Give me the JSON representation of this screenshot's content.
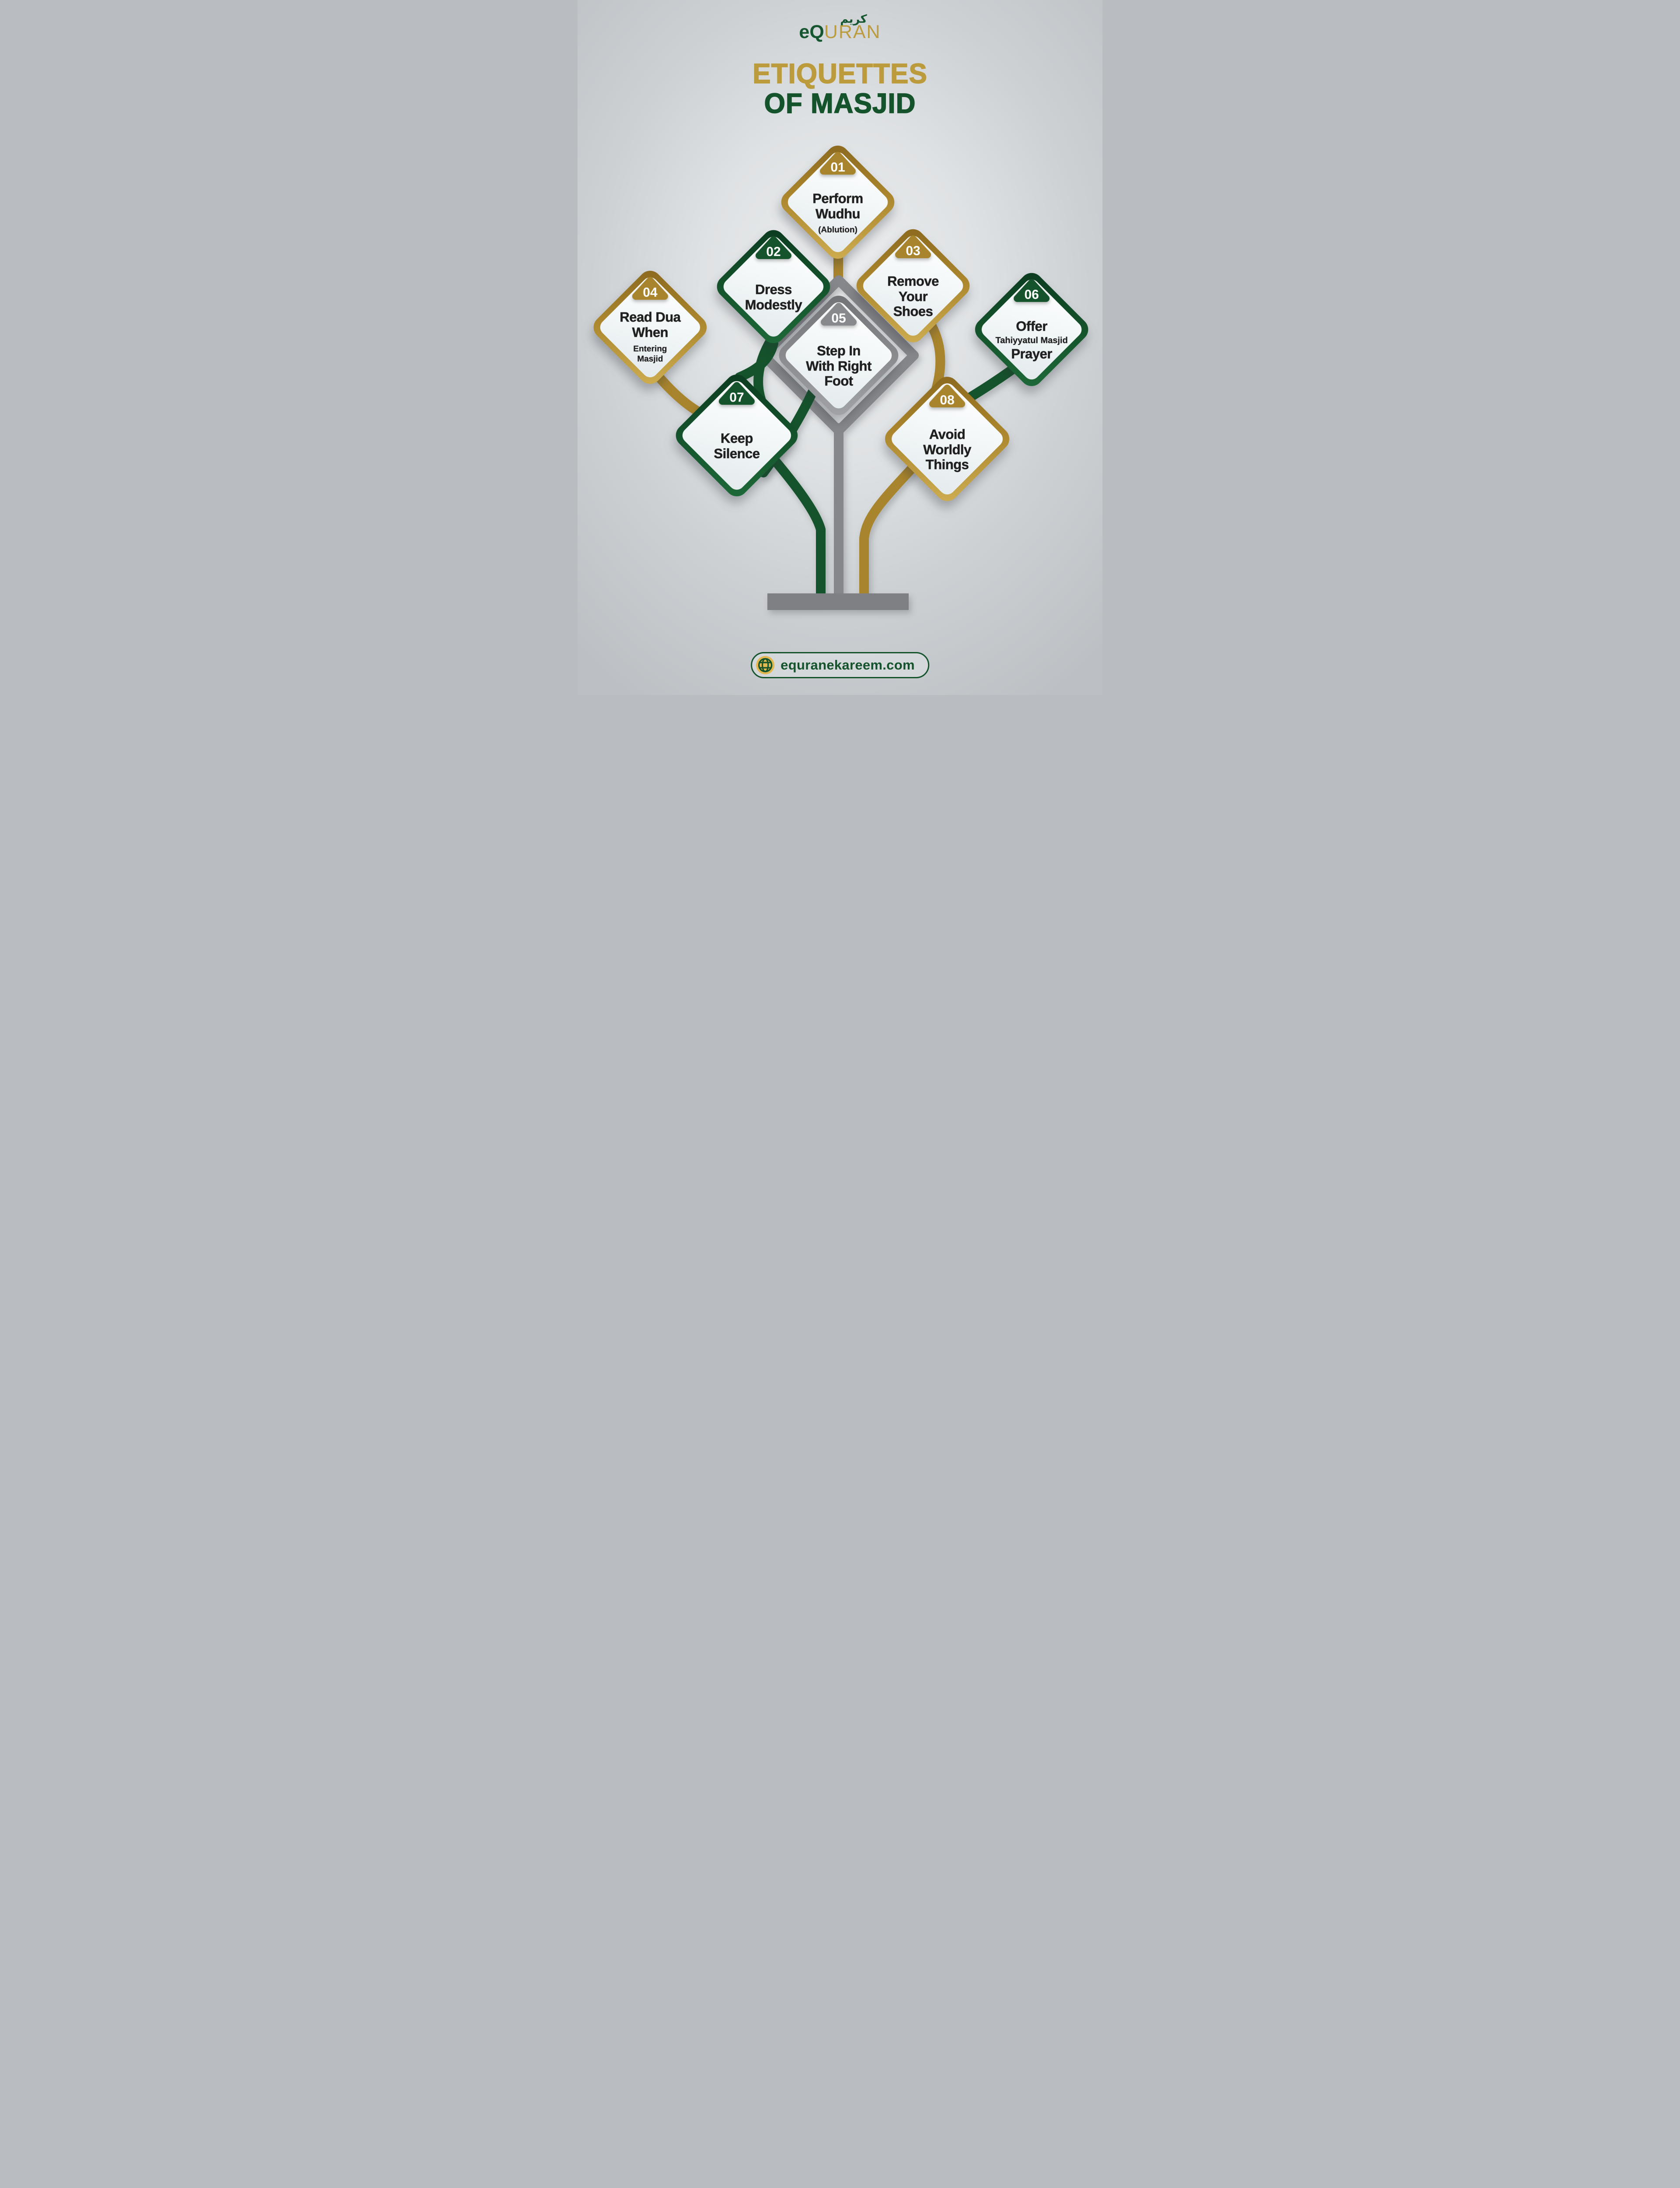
{
  "logo": {
    "arabic": "كريم",
    "e_letter": "e",
    "q_letter": "Q",
    "rest": "URAN"
  },
  "title": {
    "line1": "ETIQUETTES",
    "line2": "OF MASJID"
  },
  "cards": [
    {
      "number": "01",
      "theme": "gold",
      "l1": "Perform",
      "l2": "Wudhu",
      "sub1": "(Ablution)"
    },
    {
      "number": "02",
      "theme": "green",
      "l1": "Dress",
      "l2": "Modestly"
    },
    {
      "number": "03",
      "theme": "gold",
      "l1": "Remove",
      "l2": "Your",
      "l3": "Shoes"
    },
    {
      "number": "04",
      "theme": "gold",
      "l1": "Read Dua",
      "l2": "When",
      "sub1": "Entering",
      "sub2": "Masjid"
    },
    {
      "number": "05",
      "theme": "gray",
      "l1": "Step In",
      "l2": "With Right",
      "l3": "Foot"
    },
    {
      "number": "06",
      "theme": "green",
      "l1": "Offer",
      "mid": "Tahiyyatul Masjid",
      "l3": "Prayer"
    },
    {
      "number": "07",
      "theme": "green",
      "l1": "Keep",
      "l2": "Silence"
    },
    {
      "number": "08",
      "theme": "gold",
      "l1": "Avoid",
      "l2": "Worldly",
      "l3": "Things"
    }
  ],
  "footer": {
    "website": "equranekareem.com"
  },
  "colors": {
    "gold": "#a8842c",
    "green": "#14532b",
    "gray": "#85878a",
    "title_gold": "#bc9b3c",
    "title_green": "#14532b",
    "text_dark": "#1f1f1f",
    "card_face": "#f2f6f7",
    "base_gray": "#7e8083",
    "globe_gold": "#e3b94f",
    "background": "#cdd1d4"
  }
}
